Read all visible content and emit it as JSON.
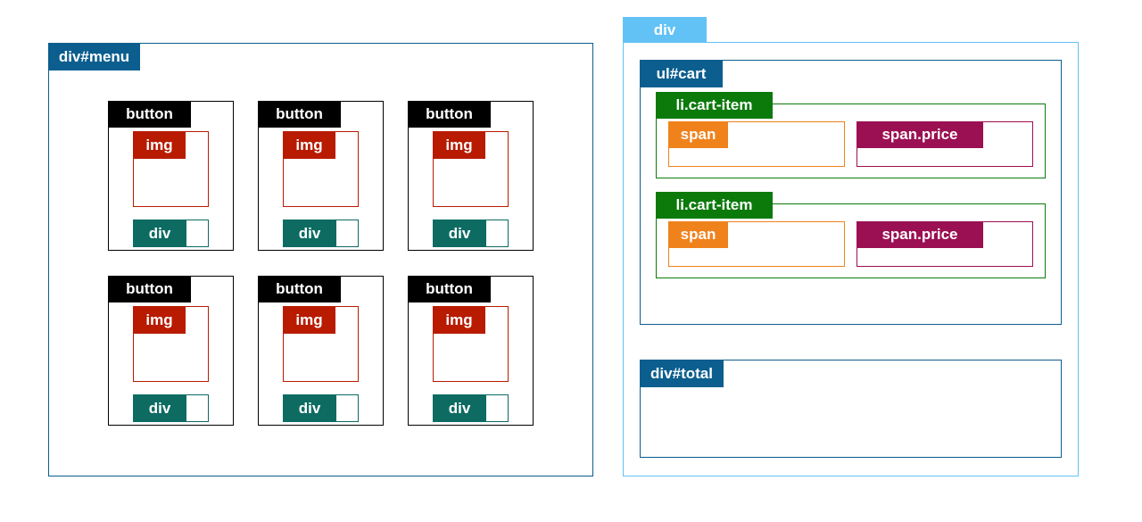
{
  "menu": {
    "label": "div#menu"
  },
  "menu_buttons": [
    {
      "button_label": "button",
      "img_label": "img",
      "div_label": "div"
    },
    {
      "button_label": "button",
      "img_label": "img",
      "div_label": "div"
    },
    {
      "button_label": "button",
      "img_label": "img",
      "div_label": "div"
    },
    {
      "button_label": "button",
      "img_label": "img",
      "div_label": "div"
    },
    {
      "button_label": "button",
      "img_label": "img",
      "div_label": "div"
    },
    {
      "button_label": "button",
      "img_label": "img",
      "div_label": "div"
    }
  ],
  "outer": {
    "label": "div"
  },
  "cart": {
    "label": "ul#cart",
    "items": [
      {
        "label": "li.cart-item",
        "span_label": "span",
        "price_label": "span.price"
      },
      {
        "label": "li.cart-item",
        "span_label": "span",
        "price_label": "span.price"
      }
    ]
  },
  "total": {
    "label": "div#total"
  },
  "colors": {
    "menu": "#0b5e8e",
    "outer_div": "#62c2f5",
    "cart": "#0b5e8e",
    "cart_item": "#0b7a0b",
    "span": "#f0821c",
    "span_price": "#9b1052",
    "button": "#000000",
    "img": "#b81b00",
    "inner_div": "#0d6b62"
  }
}
